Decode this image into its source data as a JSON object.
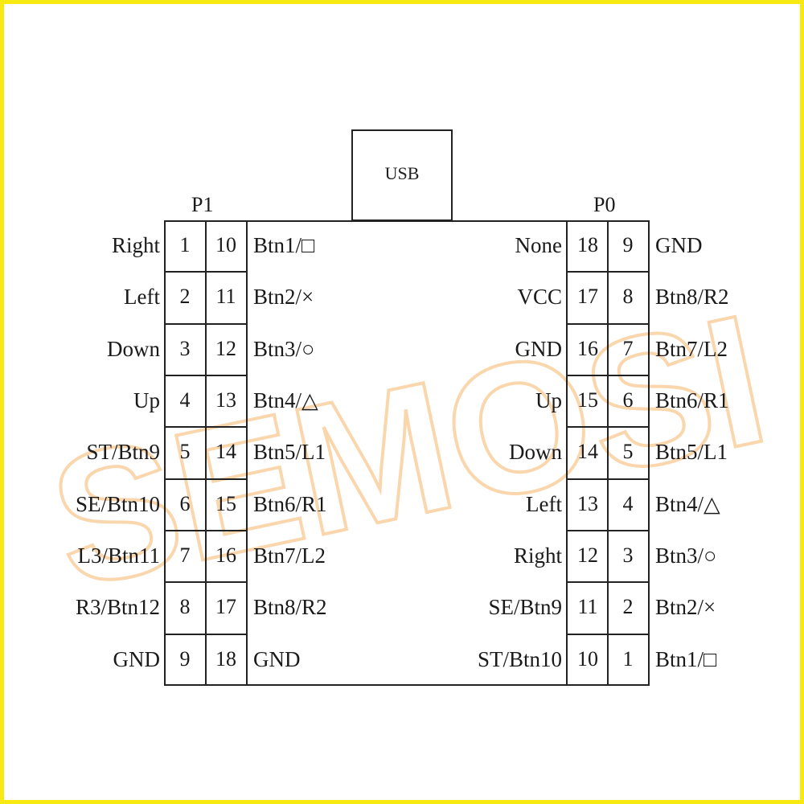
{
  "usb_label": "USB",
  "connectors": [
    {
      "name": "P1",
      "rows": [
        {
          "left_label": "Right",
          "pin_a": "1",
          "pin_b": "10",
          "right_label": "Btn1/□"
        },
        {
          "left_label": "Left",
          "pin_a": "2",
          "pin_b": "11",
          "right_label": "Btn2/×"
        },
        {
          "left_label": "Down",
          "pin_a": "3",
          "pin_b": "12",
          "right_label": "Btn3/○"
        },
        {
          "left_label": "Up",
          "pin_a": "4",
          "pin_b": "13",
          "right_label": "Btn4/△"
        },
        {
          "left_label": "ST/Btn9",
          "pin_a": "5",
          "pin_b": "14",
          "right_label": "Btn5/L1"
        },
        {
          "left_label": "SE/Btn10",
          "pin_a": "6",
          "pin_b": "15",
          "right_label": "Btn6/R1"
        },
        {
          "left_label": "L3/Btn11",
          "pin_a": "7",
          "pin_b": "16",
          "right_label": "Btn7/L2"
        },
        {
          "left_label": "R3/Btn12",
          "pin_a": "8",
          "pin_b": "17",
          "right_label": "Btn8/R2"
        },
        {
          "left_label": "GND",
          "pin_a": "9",
          "pin_b": "18",
          "right_label": "GND"
        }
      ]
    },
    {
      "name": "P0",
      "rows": [
        {
          "left_label": "None",
          "pin_a": "18",
          "pin_b": "9",
          "right_label": "GND"
        },
        {
          "left_label": "VCC",
          "pin_a": "17",
          "pin_b": "8",
          "right_label": "Btn8/R2"
        },
        {
          "left_label": "GND",
          "pin_a": "16",
          "pin_b": "7",
          "right_label": "Btn7/L2"
        },
        {
          "left_label": "Up",
          "pin_a": "15",
          "pin_b": "6",
          "right_label": "Btn6/R1"
        },
        {
          "left_label": "Down",
          "pin_a": "14",
          "pin_b": "5",
          "right_label": "Btn5/L1"
        },
        {
          "left_label": "Left",
          "pin_a": "13",
          "pin_b": "4",
          "right_label": "Btn4/△"
        },
        {
          "left_label": "Right",
          "pin_a": "12",
          "pin_b": "3",
          "right_label": "Btn3/○"
        },
        {
          "left_label": "SE/Btn9",
          "pin_a": "11",
          "pin_b": "2",
          "right_label": "Btn2/×"
        },
        {
          "left_label": "ST/Btn10",
          "pin_a": "10",
          "pin_b": "1",
          "right_label": "Btn1/□"
        }
      ]
    }
  ],
  "watermark": "SEMOSI",
  "colors": {
    "frame": "#f6ea12",
    "line": "#222222",
    "watermark": "#f7b56b"
  }
}
